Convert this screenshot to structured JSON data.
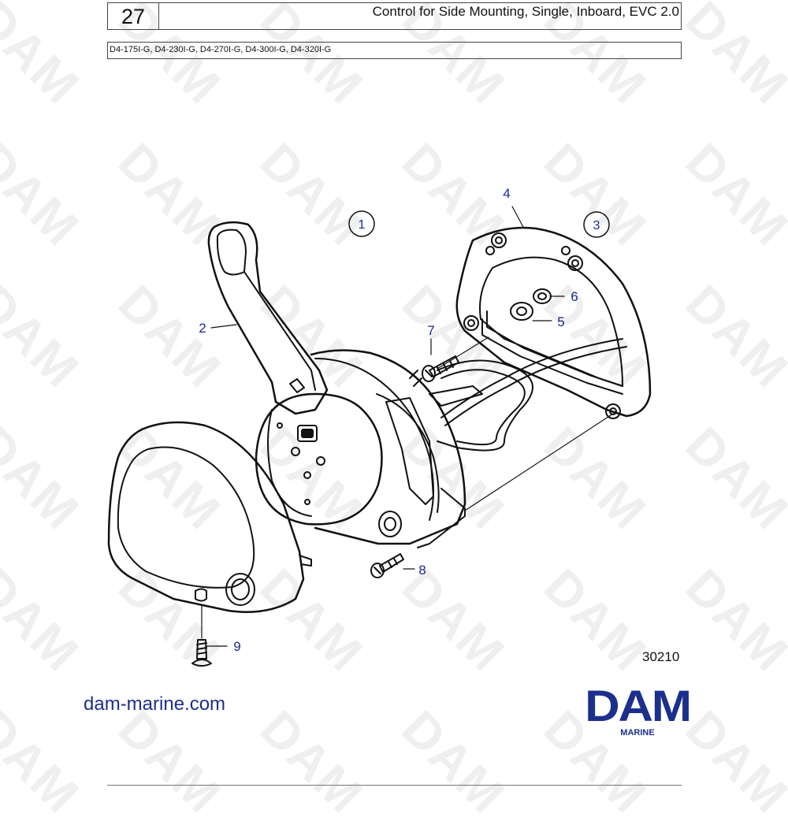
{
  "header": {
    "page_number": "27",
    "title": "Control for Side Mounting, Single, Inboard, EVC 2.0",
    "models": "D4-175I-G, D4-230I-G, D4-270I-G, D4-300I-G, D4-320I-G"
  },
  "diagram": {
    "ring_labels": [
      "1",
      "3"
    ],
    "callouts": [
      "2",
      "4",
      "5",
      "6",
      "7",
      "8",
      "9"
    ],
    "figure_number": "30210"
  },
  "footer": {
    "website": "dam-marine.com",
    "logo_text": "DAM",
    "logo_subtext": "MARINE",
    "watermark_text": "DAM"
  },
  "colors": {
    "brand_blue": "#1c2f8c",
    "callout_blue": "#1a2b8f",
    "line_art": "#111111",
    "watermark": "#efefef"
  }
}
